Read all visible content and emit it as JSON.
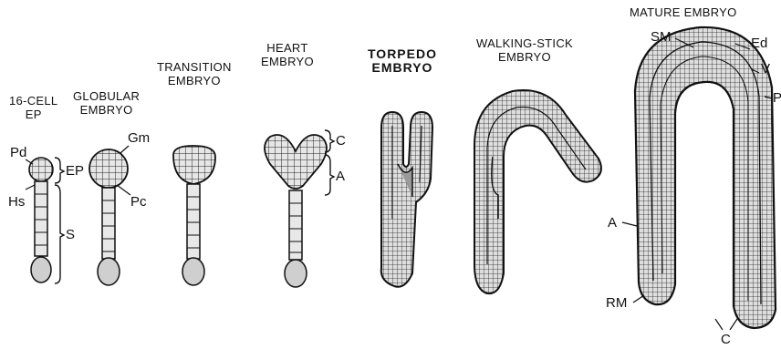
{
  "stages": {
    "s1": "16-CELL\nEP",
    "s2": "GLOBULAR\nEMBRYO",
    "s3": "TRANSITION\nEMBRYO",
    "s4": "HEART\nEMBRYO",
    "s5": "TORPEDO\nEMBRYO",
    "s6": "WALKING-STICK\nEMBRYO",
    "s7": "MATURE EMBRYO"
  },
  "parts": {
    "pd": "Pd",
    "hs": "Hs",
    "ep": "EP",
    "s": "S",
    "gm": "Gm",
    "pc": "Pc",
    "c_heart": "C",
    "a_heart": "A",
    "sm": "SM",
    "ed": "Ed",
    "v": "V",
    "p": "P",
    "a_mature": "A",
    "rm": "RM",
    "c_mature": "C"
  },
  "colors": {
    "ink": "#1a1a1a",
    "cell": "#d8d8d8",
    "background": "#ffffff"
  }
}
